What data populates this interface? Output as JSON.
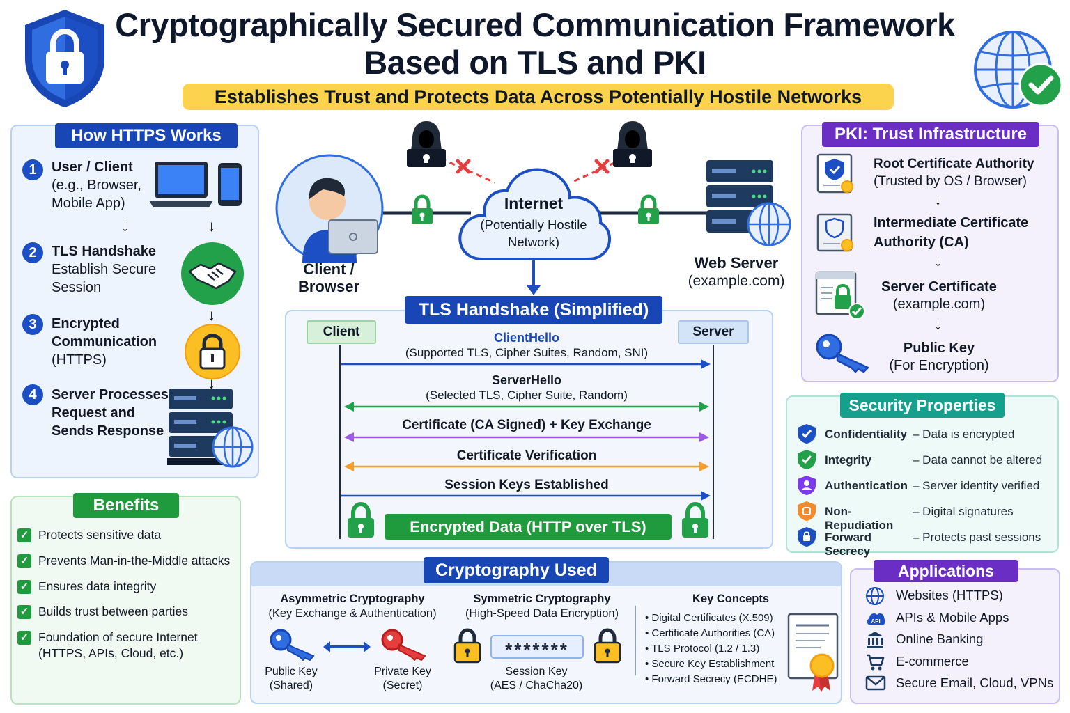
{
  "header": {
    "title_line1": "Cryptographically Secured Communication Framework",
    "title_line2": "Based on TLS and PKI",
    "subtitle": "Establishes Trust and Protects Data Across Potentially Hostile Networks"
  },
  "how_https": {
    "title": "How HTTPS Works",
    "steps": [
      {
        "num": "1",
        "title": "User / Client",
        "lines": [
          "(e.g., Browser,",
          "Mobile App)"
        ]
      },
      {
        "num": "2",
        "title": "TLS Handshake",
        "lines": [
          "Establish Secure",
          "Session"
        ]
      },
      {
        "num": "3",
        "title": "Encrypted",
        "lines": [
          "Communication",
          "(HTTPS)"
        ]
      },
      {
        "num": "4",
        "title": "Server Processes",
        "lines": [
          "Request and",
          "Sends Response"
        ]
      }
    ]
  },
  "network": {
    "client_label": [
      "Client /",
      "Browser"
    ],
    "internet_title": "Internet",
    "internet_sub": [
      "(Potentially Hostile",
      "Network)"
    ],
    "server_label": "Web Server",
    "server_sub": "(example.com)"
  },
  "tls": {
    "title": "TLS Handshake (Simplified)",
    "client": "Client",
    "server": "Server",
    "messages": [
      {
        "title": "ClientHello",
        "detail": "(Supported TLS, Cipher Suites, Random, SNI)",
        "color": "#1d4fc4"
      },
      {
        "title": "ServerHello",
        "detail": "(Selected TLS, Cipher Suite, Random)",
        "color": "#22a04a"
      },
      {
        "title": "Certificate (CA Signed) + Key Exchange",
        "detail": "",
        "color": "#9b59e6"
      },
      {
        "title": "Certificate Verification",
        "detail": "",
        "color": "#f59e2b"
      },
      {
        "title": "Session Keys Established",
        "detail": "",
        "color": "#1d4fc4"
      }
    ],
    "encrypted": "Encrypted Data (HTTP over TLS)"
  },
  "pki": {
    "title": "PKI: Trust Infrastructure",
    "items": [
      {
        "lines": [
          "Root Certificate Authority",
          "(Trusted by OS / Browser)"
        ]
      },
      {
        "lines": [
          "Intermediate Certificate",
          "Authority (CA)"
        ]
      },
      {
        "lines": [
          "Server Certificate",
          "(example.com)"
        ]
      },
      {
        "lines": [
          "Public Key",
          "(For Encryption)"
        ]
      }
    ]
  },
  "security": {
    "title": "Security Properties",
    "items": [
      {
        "name": "Confidentiality",
        "desc": "– Data is encrypted",
        "color": "#1d4fc4"
      },
      {
        "name": "Integrity",
        "desc": "– Data cannot be altered",
        "color": "#22a04a"
      },
      {
        "name": "Authentication",
        "desc": "– Server identity verified",
        "color": "#7c3aed"
      },
      {
        "name": "Non-Repudiation",
        "desc": "– Digital signatures",
        "color": "#f28a2e"
      },
      {
        "name": "Forward Secrecy",
        "desc": "– Protects past sessions",
        "color": "#1d4fc4"
      }
    ]
  },
  "benefits": {
    "title": "Benefits",
    "items": [
      "Protects sensitive data",
      "Prevents Man-in-the-Middle attacks",
      "Ensures data integrity",
      "Builds trust between parties",
      "Foundation of secure Internet (HTTPS, APIs, Cloud, etc.)"
    ]
  },
  "crypto": {
    "title": "Cryptography Used",
    "asym_title": "Asymmetric Cryptography",
    "asym_sub": "(Key Exchange & Authentication)",
    "public_key": [
      "Public Key",
      "(Shared)"
    ],
    "private_key": [
      "Private Key",
      "(Secret)"
    ],
    "sym_title": "Symmetric Cryptography",
    "sym_sub": "(High-Speed Data Encryption)",
    "password_mask": "*******",
    "session_key": [
      "Session Key",
      "(AES / ChaCha20)"
    ],
    "kc_title": "Key Concepts",
    "kc_items": [
      "• Digital Certificates (X.509)",
      "• Certificate Authorities (CA)",
      "• TLS Protocol (1.2 / 1.3)",
      "• Secure Key Establishment",
      "• Forward Secrecy (ECDHE)"
    ]
  },
  "applications": {
    "title": "Applications",
    "items": [
      {
        "label": "Websites (HTTPS)",
        "icon": "globe-icon"
      },
      {
        "label": "APIs & Mobile Apps",
        "icon": "api-icon"
      },
      {
        "label": "Online Banking",
        "icon": "bank-icon"
      },
      {
        "label": "E-commerce",
        "icon": "cart-icon"
      },
      {
        "label": "Secure Email, Cloud, VPNs",
        "icon": "mail-icon"
      }
    ],
    "api_badge": "API"
  }
}
